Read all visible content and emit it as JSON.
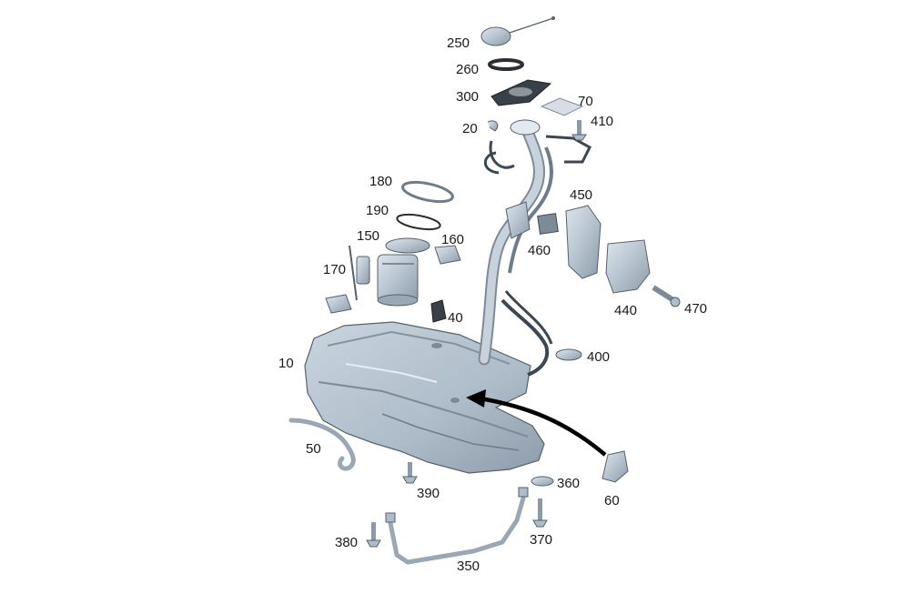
{
  "diagram": {
    "callouts": {
      "p10": "10",
      "p20": "20",
      "p40": "40",
      "p50": "50",
      "p60": "60",
      "p70": "70",
      "p150": "150",
      "p160": "160",
      "p170": "170",
      "p180": "180",
      "p190": "190",
      "p250": "250",
      "p260": "260",
      "p300": "300",
      "p350": "350",
      "p360": "360",
      "p370": "370",
      "p380": "380",
      "p390": "390",
      "p400": "400",
      "p410": "410",
      "p440": "440",
      "p450": "450",
      "p460": "460",
      "p470": "470"
    },
    "colors": {
      "part_fill": "#bcc9d6",
      "part_light": "#d9e2ea",
      "part_dark": "#7f8e9c",
      "outline": "#3f4a55",
      "gasket": "#2b2f34",
      "arrow": "#000000"
    }
  }
}
